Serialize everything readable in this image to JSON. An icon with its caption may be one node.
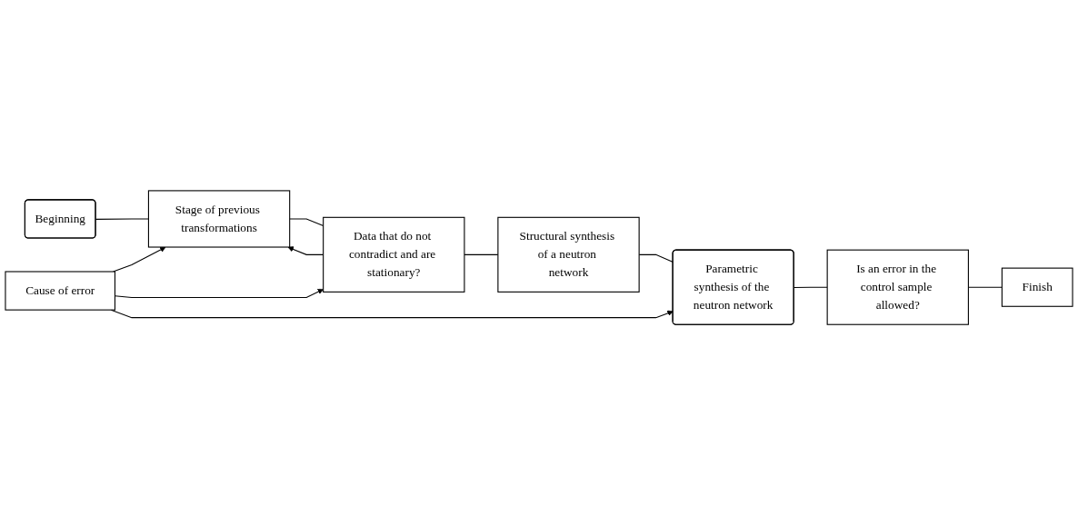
{
  "diagram": {
    "nodes": [
      {
        "text": [
          "Beginning"
        ]
      },
      {
        "text": [
          "Stage of previous transformations"
        ]
      },
      {
        "text": [
          "Data that do not contradict and are stationary?"
        ]
      },
      {
        "text": [
          "Structural synthesis of a neutron network"
        ]
      },
      {
        "text": [
          "Parametric synthesis of the neutron network"
        ]
      },
      {
        "text": [
          "Is an error in the control sample allowed?"
        ]
      },
      {
        "text": [
          "Finish"
        ]
      },
      {
        "text": [
          "Cause of error"
        ]
      }
    ],
    "edges": [
      {
        "from": 0,
        "to": 1,
        "arrow": "none"
      },
      {
        "from": 1,
        "to": 2,
        "arrow": "none"
      },
      {
        "from": 2,
        "to": 3,
        "arrow": "none"
      },
      {
        "from": 3,
        "to": 4,
        "arrow": "none"
      },
      {
        "from": 4,
        "to": 5,
        "arrow": "none"
      },
      {
        "from": 5,
        "to": 6,
        "arrow": "none"
      },
      {
        "from": 2,
        "to": 1,
        "arrow": "to"
      },
      {
        "from": 7,
        "to": 1,
        "arrow": "to"
      },
      {
        "from": 7,
        "to": 2,
        "arrow": "to"
      },
      {
        "from": 7,
        "to": 4,
        "arrow": "to"
      }
    ]
  }
}
